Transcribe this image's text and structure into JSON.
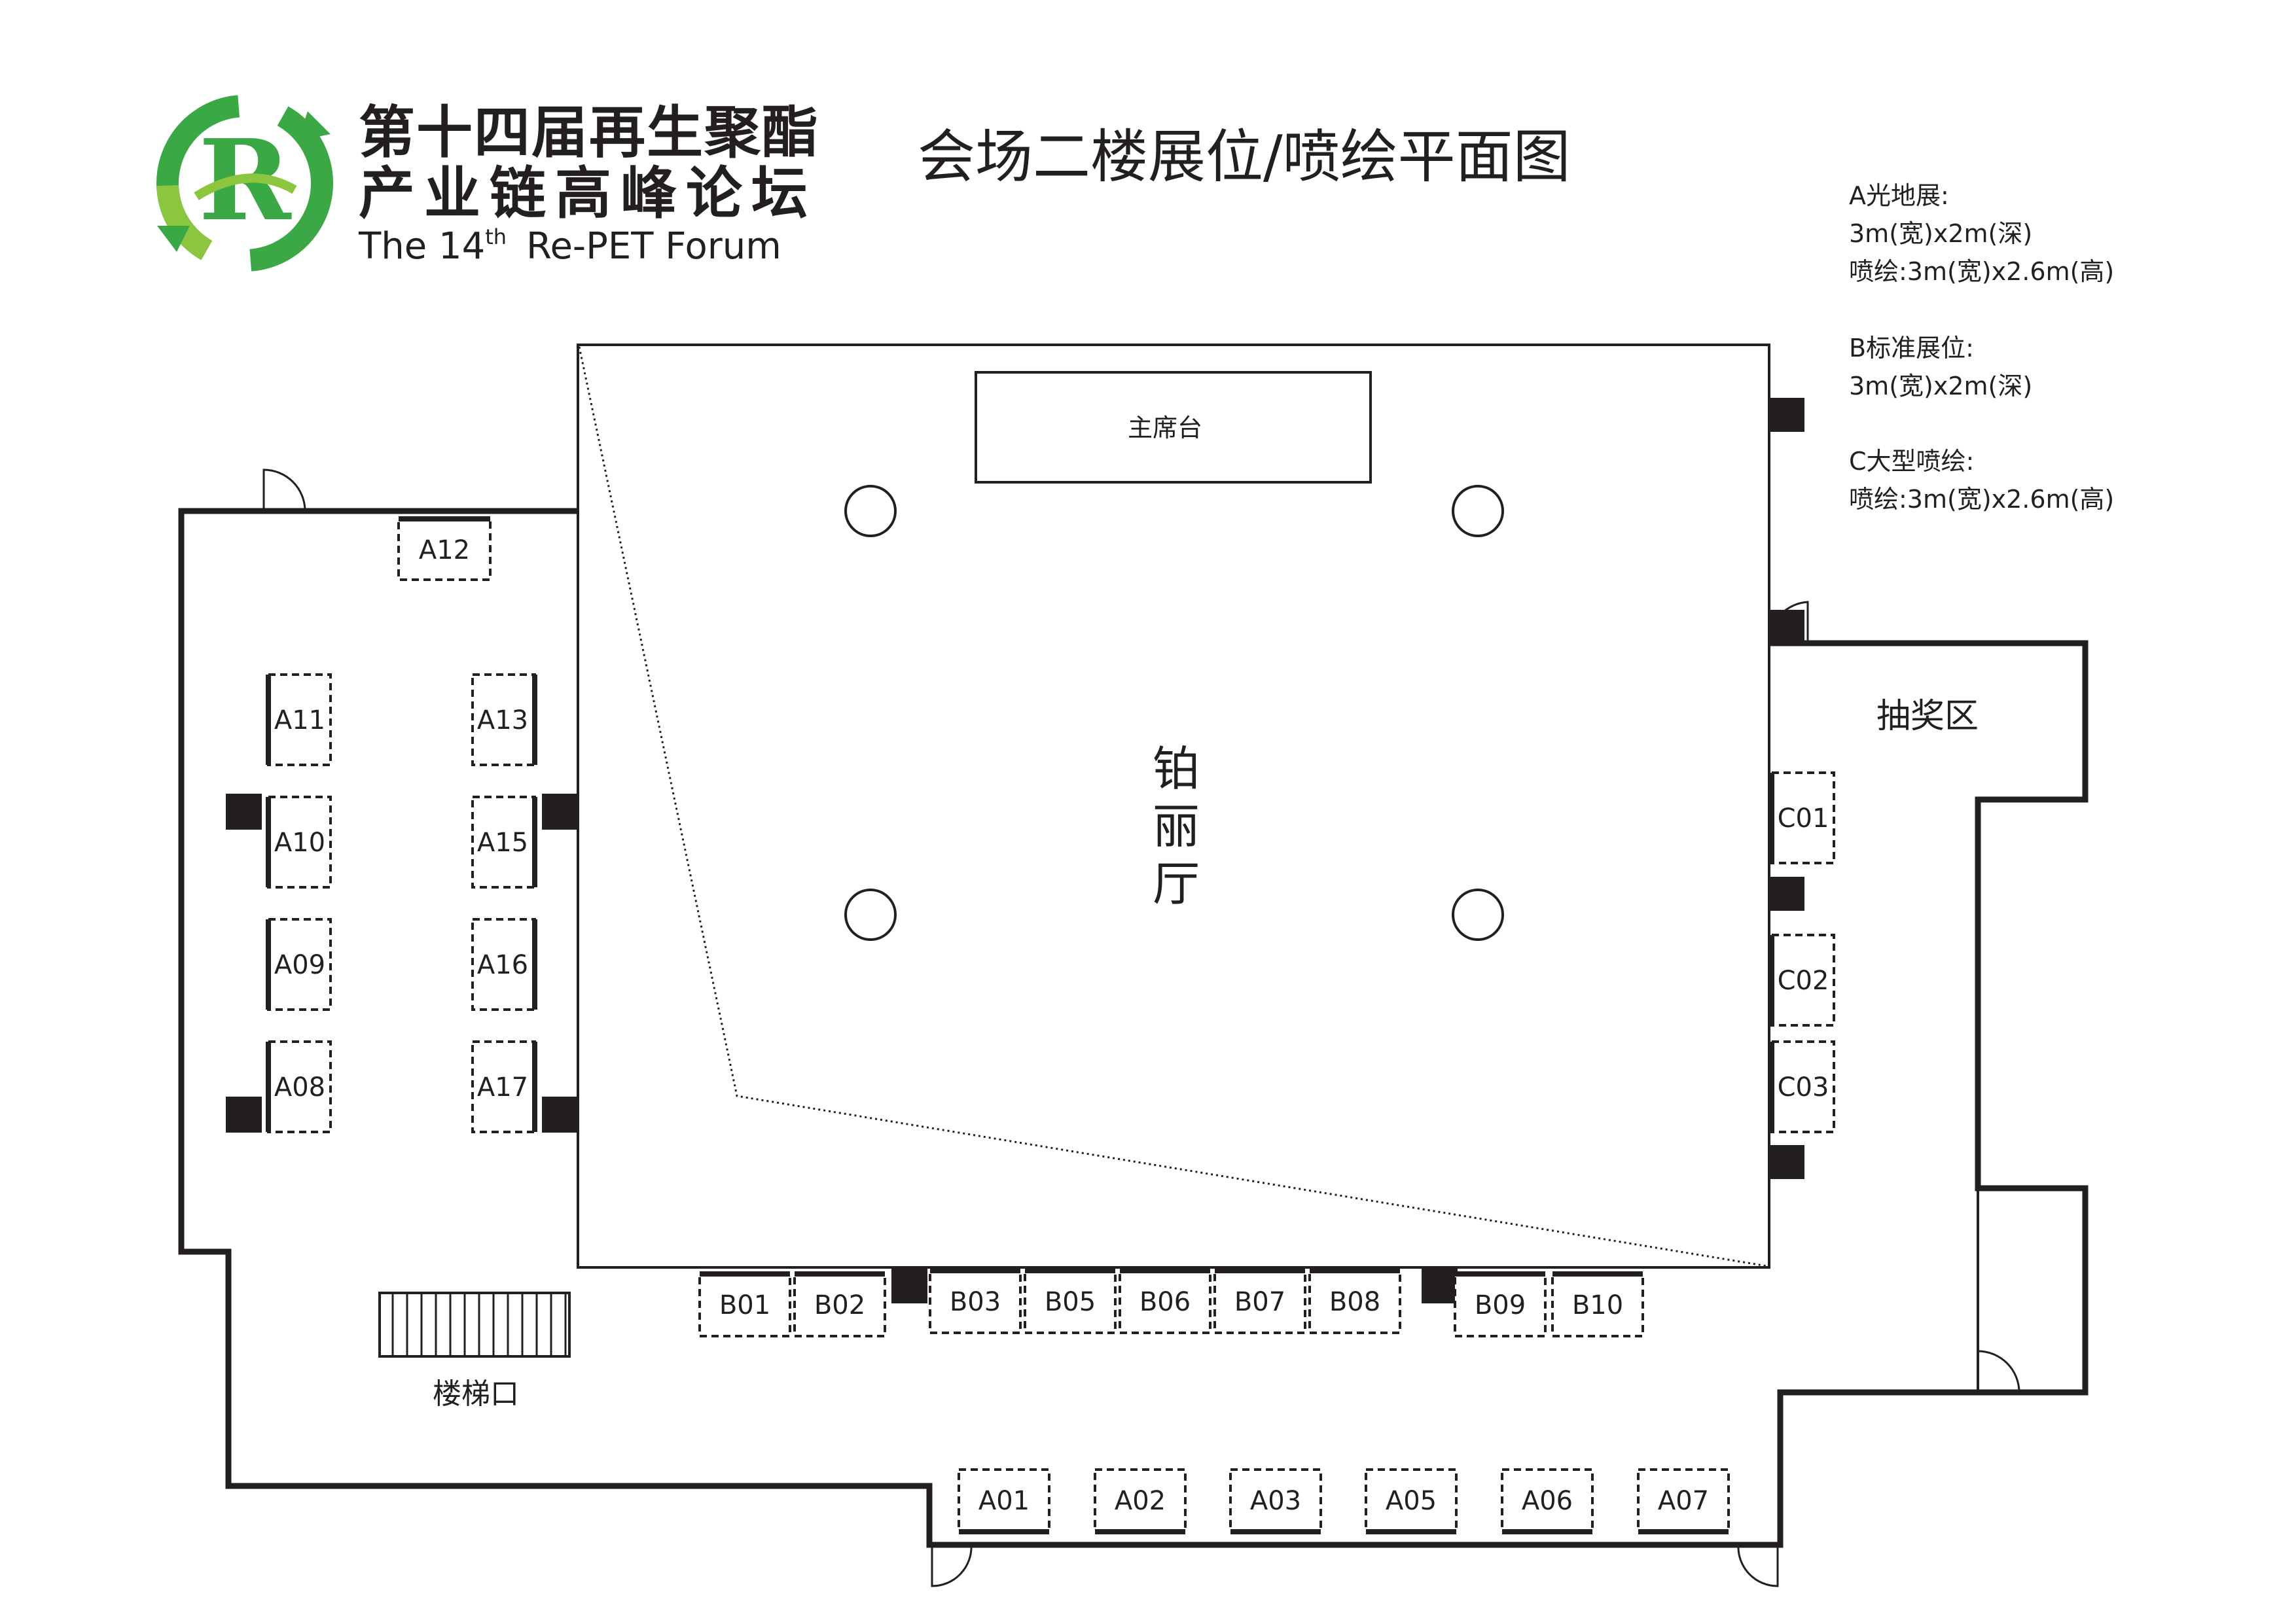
{
  "header": {
    "logo_letter": "R",
    "forum_name_line1": "第十四届再生聚酯",
    "forum_name_line2": "产业链高峰论坛",
    "forum_english_pre": "The 14",
    "forum_english_sup": "th",
    "forum_english_post": "Re-PET Forum",
    "map_title": "会场二楼展位/喷绘平面图",
    "colors": {
      "logo_green": "#3aa845",
      "logo_light_green": "#8cc63f",
      "text": "#231f20"
    }
  },
  "legend": {
    "a_title": "A光地展:",
    "a_size": "3m(宽)x2m(深)",
    "a_print": "喷绘:3m(宽)x2.6m(高)",
    "b_title": "B标准展位:",
    "b_size": "3m(宽)x2m(深)",
    "c_title": "C大型喷绘:",
    "c_print": "喷绘:3m(宽)x2.6m(高)"
  },
  "rooms": {
    "main_hall_chars": [
      "铂",
      "丽",
      "厅"
    ],
    "stage": "主席台",
    "lottery_area": "抽奖区",
    "stairs": "楼梯口"
  },
  "booths": {
    "A12": "A12",
    "A11": "A11",
    "A10": "A10",
    "A09": "A09",
    "A08": "A08",
    "A13": "A13",
    "A15": "A15",
    "A16": "A16",
    "A17": "A17",
    "B01": "B01",
    "B02": "B02",
    "B03": "B03",
    "B05": "B05",
    "B06": "B06",
    "B07": "B07",
    "B08": "B08",
    "B09": "B09",
    "B10": "B10",
    "C01": "C01",
    "C02": "C02",
    "C03": "C03",
    "A01": "A01",
    "A02": "A02",
    "A03": "A03",
    "A05": "A05",
    "A06": "A06",
    "A07": "A07"
  }
}
